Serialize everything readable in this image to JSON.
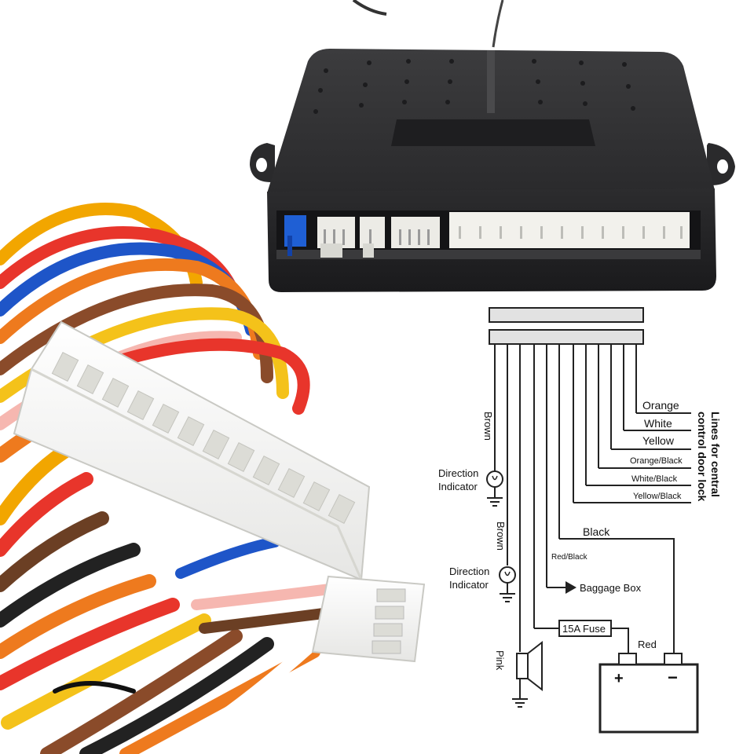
{
  "wire_labels": {
    "brown_top": "Brown",
    "brown_bottom": "Brown",
    "pink": "Pink",
    "orange": "Orange",
    "white": "White",
    "yellow": "Yellow",
    "orange_black": "Orange/Black",
    "white_black": "White/Black",
    "yellow_black": "Yellow/Black",
    "black": "Black",
    "red_black": "Red/Black",
    "red": "Red"
  },
  "indicator_labels": {
    "top_line1": "Direction",
    "top_line2": "Indicator",
    "bottom_line1": "Direction",
    "bottom_line2": "Indicator"
  },
  "central_lock_note": {
    "line1": "Lines for central",
    "line2": "control door lock"
  },
  "baggage_box": "Baggage Box",
  "fuse": "15A Fuse",
  "battery": {
    "plus": "+",
    "minus": "−"
  },
  "icons": [
    "antenna",
    "control-box",
    "wire-harness",
    "connector-12-pin",
    "connector-4-pin",
    "lamp",
    "ground",
    "speaker",
    "battery",
    "arrow"
  ]
}
